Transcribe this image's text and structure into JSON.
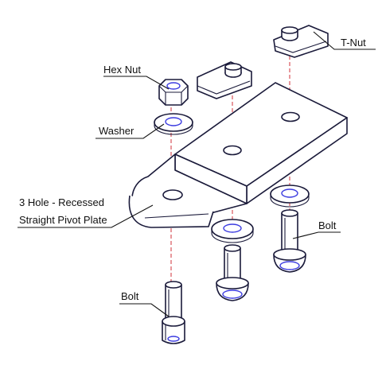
{
  "labels": {
    "t_nut": "T-Nut",
    "hex_nut": "Hex Nut",
    "washer": "Washer",
    "plate_line1": "3 Hole - Recessed",
    "plate_line2": "Straight Pivot Plate",
    "bolt_right": "Bolt",
    "bolt_left": "Bolt"
  },
  "colors": {
    "outline": "#1a1a3a",
    "hidden_detail": "#3c3ce0",
    "center_axis": "#d0303a",
    "leader": "#111111"
  }
}
